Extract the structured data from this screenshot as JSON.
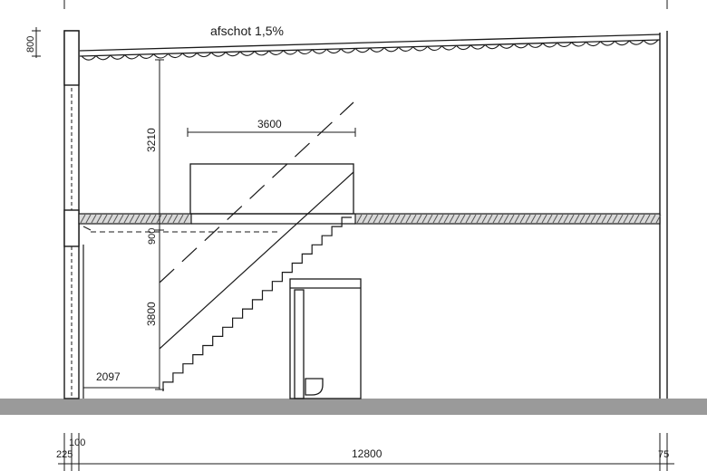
{
  "labels": {
    "slope": "afschot 1,5%",
    "dim_800": "800",
    "dim_3210": "3210",
    "dim_3600": "3600",
    "dim_900": "900",
    "dim_3800": "3800",
    "dim_2097": "2097",
    "dim_100": "100",
    "dim_225": "225",
    "dim_12800": "12800",
    "dim_75": "75"
  },
  "colors": {
    "line": "#1a1a1a",
    "ground": "#9a9a9a",
    "slab_hatch": "#555555"
  }
}
